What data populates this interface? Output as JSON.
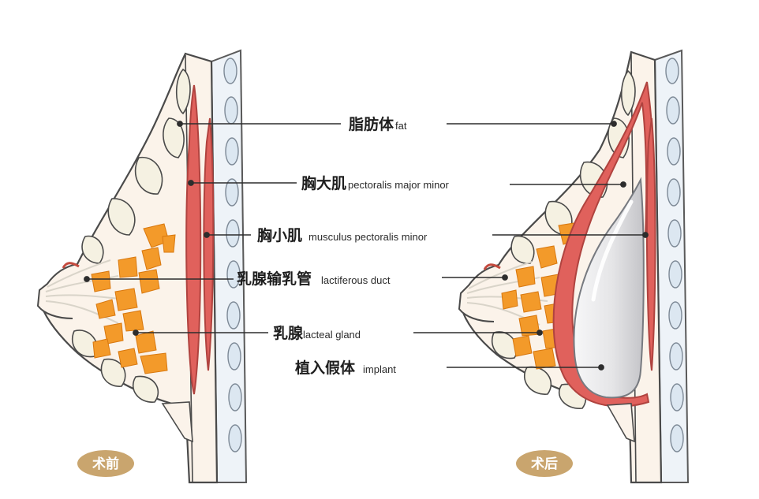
{
  "badges": {
    "before": "术前",
    "after": "术后"
  },
  "labels": [
    {
      "cn": "脂肪体",
      "en": "fat"
    },
    {
      "cn": "胸大肌",
      "en": "pectoralis major minor"
    },
    {
      "cn": "胸小肌",
      "en": "musculus pectoralis minor"
    },
    {
      "cn": "乳腺输乳管",
      "en": "lactiferous duct"
    },
    {
      "cn": "乳腺",
      "en": "lacteal gland"
    },
    {
      "cn": "植入假体",
      "en": "implant"
    }
  ],
  "colors": {
    "muscle": "#e0615c",
    "muscle_edge": "#b0433f",
    "gland": "#f39a2a",
    "gland_edge": "#d8780f",
    "fat_lobe": "#f5f1e2",
    "skin": "#fbf3ea",
    "rib": "#eef3f8",
    "badge": "#c9a56e",
    "implant": "#e7e7e9"
  }
}
